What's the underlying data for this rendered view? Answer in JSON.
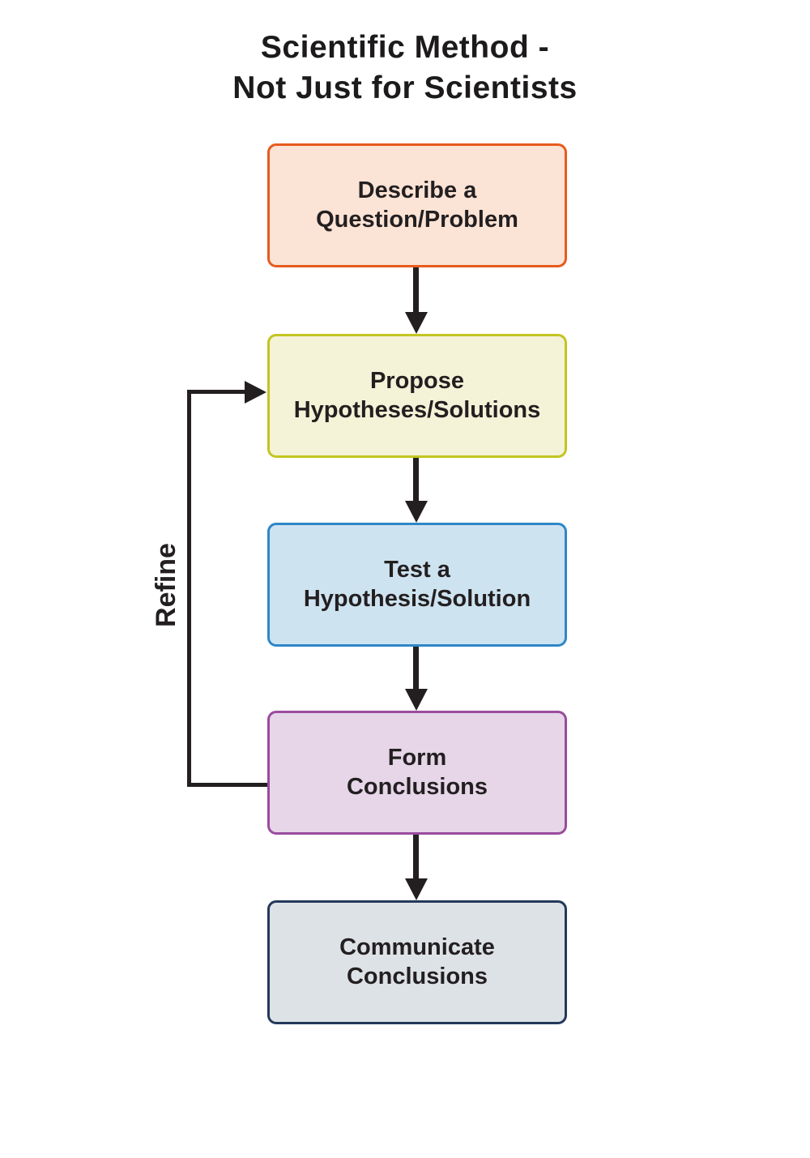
{
  "title": {
    "line1": "Scientific Method -",
    "line2": "Not Just for Scientists"
  },
  "nodes": [
    {
      "id": "describe-question-problem",
      "line1": "Describe a",
      "line2": "Question/Problem",
      "fill": "#fbe3d5",
      "border": "#e75b1e"
    },
    {
      "id": "propose-hypotheses-solutions",
      "line1": "Propose",
      "line2": "Hypotheses/Solutions",
      "fill": "#f4f2d7",
      "border": "#c3c521"
    },
    {
      "id": "test-hypothesis-solution",
      "line1": "Test a",
      "line2": "Hypothesis/Solution",
      "fill": "#cee3f0",
      "border": "#2e87c8"
    },
    {
      "id": "form-conclusions",
      "line1": "Form",
      "line2": "Conclusions",
      "fill": "#e6d6e8",
      "border": "#9a4c9e"
    },
    {
      "id": "communicate-conclusions",
      "line1": "Communicate",
      "line2": "Conclusions",
      "fill": "#dde2e6",
      "border": "#23395b"
    }
  ],
  "edges": [
    {
      "from": "describe-question-problem",
      "to": "propose-hypotheses-solutions",
      "label": ""
    },
    {
      "from": "propose-hypotheses-solutions",
      "to": "test-hypothesis-solution",
      "label": ""
    },
    {
      "from": "test-hypothesis-solution",
      "to": "form-conclusions",
      "label": ""
    },
    {
      "from": "form-conclusions",
      "to": "communicate-conclusions",
      "label": ""
    },
    {
      "from": "form-conclusions",
      "to": "propose-hypotheses-solutions",
      "label": "Refine"
    }
  ],
  "loop_label": "Refine",
  "colors": {
    "background": "#ffffff",
    "arrow": "#231f20",
    "title_text": "#1c1a1b",
    "node_text": "#231f20"
  }
}
